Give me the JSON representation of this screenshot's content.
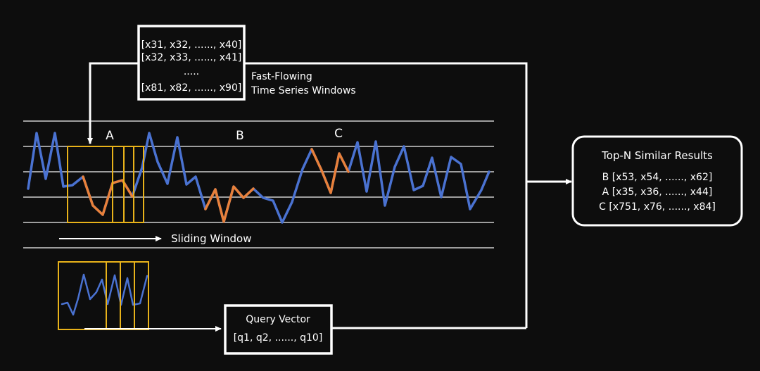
{
  "colors": {
    "background": "#0d0d0d",
    "line": "#ffffff",
    "series": "#4a72d1",
    "match": "#e8803a",
    "window": "#e8b21a"
  },
  "windows_box": {
    "lines": [
      "[x31, x32, ......, x40]",
      "[x32, x33, ......, x41]",
      ".....",
      "[x81, x82, ......, x90]"
    ]
  },
  "caption": {
    "line1": "Fast-Flowing",
    "line2": "Time Series Windows"
  },
  "labels": {
    "a": "A",
    "b": "B",
    "c": "C",
    "sliding": "Sliding Window"
  },
  "query": {
    "title": "Query Vector",
    "vector": "[q1, q2, ......, q10]"
  },
  "results": {
    "title": "Top-N Similar Results",
    "items": [
      "B [x53, x54, ......, x62]",
      "A [x35, x36, ......, x44]",
      "C [x751, x76, ......, x84]"
    ]
  }
}
